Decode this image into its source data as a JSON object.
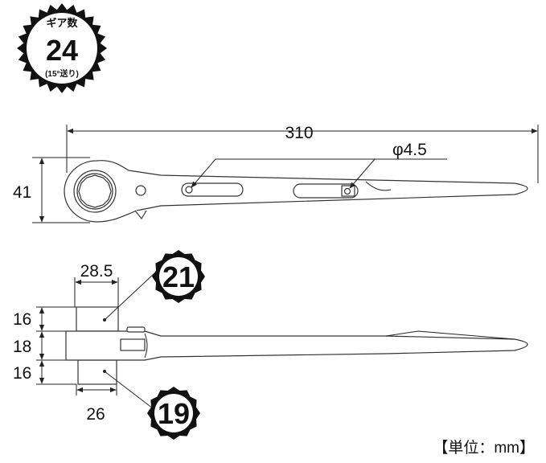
{
  "badge": {
    "title": "ギア数",
    "gear_count": "24",
    "subtitle": "(15°送り)"
  },
  "top_view": {
    "length": "310",
    "hole_diameter": "φ4.5",
    "height": "41"
  },
  "side_view": {
    "top_socket_width": "28.5",
    "bottom_socket_width": "26",
    "top_socket_height": "16",
    "body_thickness": "18",
    "bottom_socket_height": "16",
    "top_socket_size": "21",
    "bottom_socket_size": "19"
  },
  "unit_label": "【単位：mm】"
}
